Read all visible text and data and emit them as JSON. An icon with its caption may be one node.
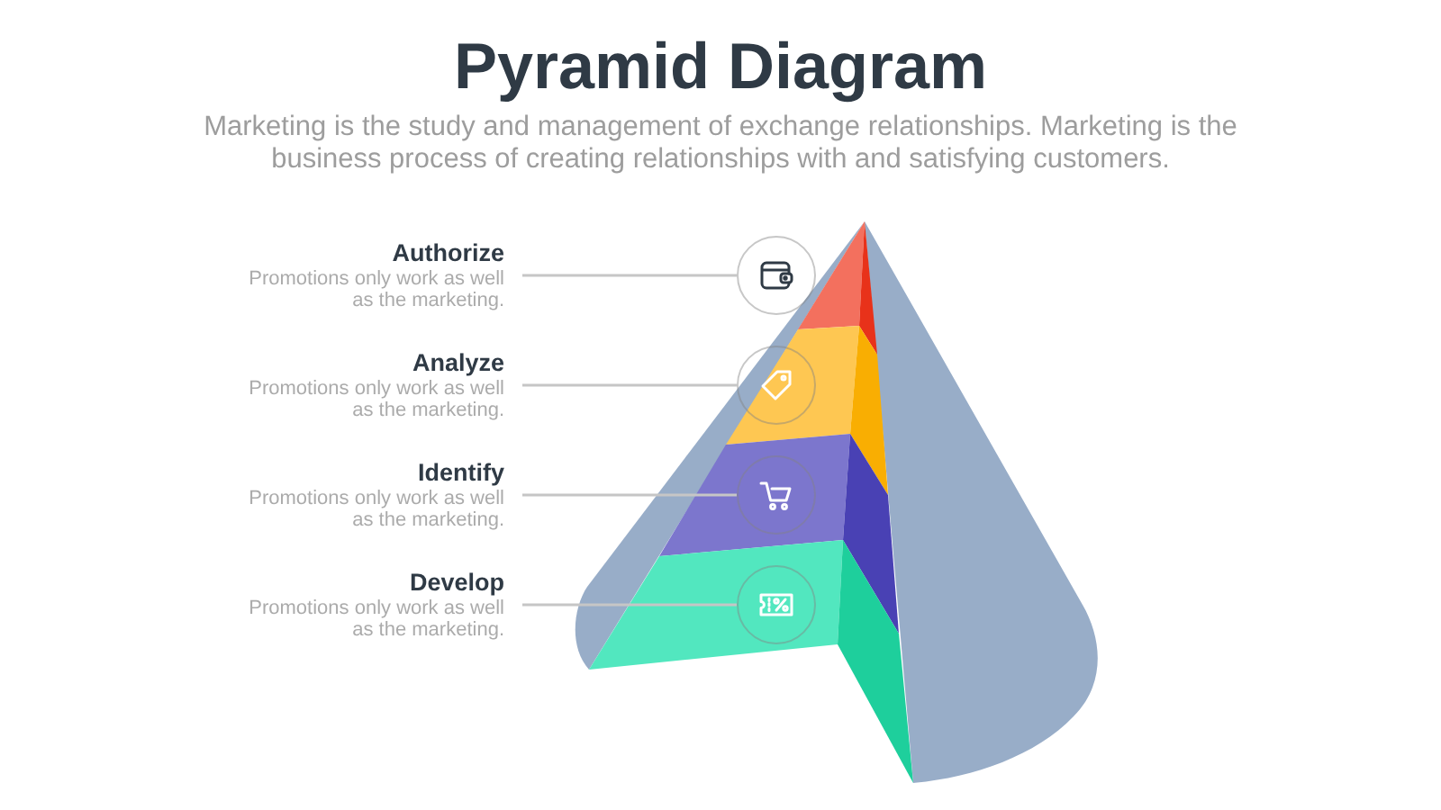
{
  "diagram": {
    "title": "Pyramid Diagram",
    "nodes": [
      {
        "text": [
          "Authorize",
          "Promotions only work as well as the marketing."
        ]
      },
      {
        "text": [],
        "shape": "circle"
      },
      {
        "text": [
          "Analyze",
          "Promotions only work as well as the marketing."
        ]
      },
      {
        "text": [],
        "shape": "circle"
      },
      {
        "text": [
          "Identify",
          "Promotions only work as well as the marketing."
        ]
      },
      {
        "text": [],
        "shape": "circle"
      },
      {
        "text": [
          "Develop",
          "Promotions only work as well as the marketing."
        ]
      },
      {
        "text": [],
        "shape": "circle"
      }
    ],
    "edges": [
      {
        "from": 0,
        "to": 1,
        "arrow": "none"
      },
      {
        "from": 2,
        "to": 3,
        "arrow": "none"
      },
      {
        "from": 4,
        "to": 5,
        "arrow": "none"
      },
      {
        "from": 6,
        "to": 7,
        "arrow": "none"
      }
    ],
    "labels": [
      "Marketing is the study and management of exchange relationships. Marketing is the business process of creating relationships with and satisfying customers."
    ]
  }
}
